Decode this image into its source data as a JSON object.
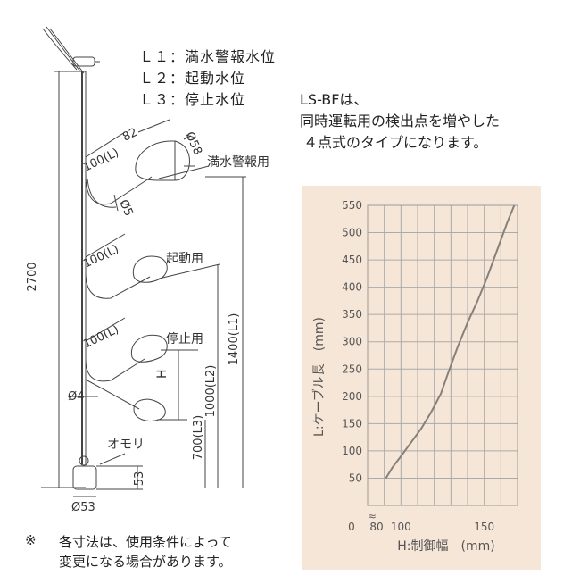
{
  "legend": [
    {
      "code": "Ｌ１",
      "text": "：満水警報水位"
    },
    {
      "code": "Ｌ２",
      "text": "：起動水位"
    },
    {
      "code": "Ｌ３",
      "text": "：停止水位"
    }
  ],
  "description": {
    "line1": "LS-BFは、",
    "line2": "同時運転用の検出点を増やした",
    "line3": "４点式のタイプになります。"
  },
  "diagram": {
    "total_length": "2700",
    "l1_length": "1400(L1)",
    "l2_length": "1000(L2)",
    "l3_length": "700(L3)",
    "arm_length": "100(L)",
    "float_length": "82",
    "float_diameter": "Ø58",
    "pivot_diameter": "Ø5",
    "cable_diameter": "Ø4",
    "weight_diameter": "Ø53",
    "weight_height": "53",
    "float_labels": {
      "alarm": "満水警報用",
      "start": "起動用",
      "stop": "停止用"
    },
    "h_label": "H",
    "weight_label": "オモリ"
  },
  "chart_data": {
    "type": "line",
    "xlabel": "H:制御幅　(mm)",
    "ylabel": "L:ケーブル長　(mm)",
    "x_ticks": [
      "0",
      "80",
      "100",
      "150"
    ],
    "y_ticks": [
      50,
      100,
      150,
      200,
      250,
      300,
      350,
      400,
      450,
      500,
      550
    ],
    "xlim": [
      80,
      170
    ],
    "ylim": [
      0,
      550
    ],
    "grid": true,
    "series": [
      {
        "x": [
          91,
          95,
          100,
          106,
          112,
          118,
          124,
          128,
          134,
          140,
          146,
          152,
          158,
          164,
          168
        ],
        "y": [
          50,
          70,
          90,
          115,
          140,
          170,
          205,
          240,
          290,
          335,
          375,
          420,
          470,
          520,
          550
        ]
      }
    ],
    "colors": {
      "panel": "#f6e6d7",
      "grid": "#aaaaaa",
      "line": "#86807a"
    }
  },
  "footnote": {
    "mark": "※",
    "line1": "各寸法は、使用条件によって",
    "line2": "変更になる場合があります。"
  }
}
